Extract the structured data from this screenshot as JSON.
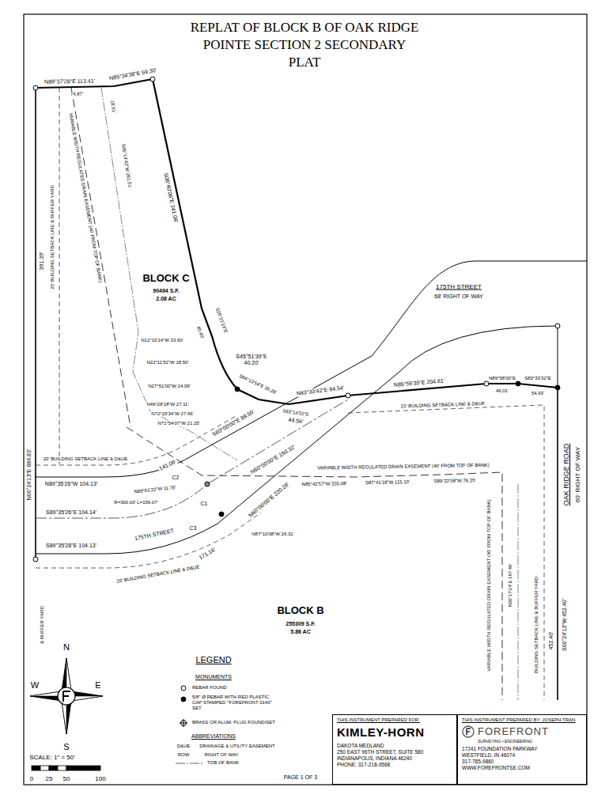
{
  "diagram": {
    "title": "REPLAT OF BLOCK B OF OAK RIDGE POINTE SECTION 2 SECONDARY PLAT",
    "nodes": [
      {
        "text": [
          "THIS INSTRUMENT PREPARED FOR:",
          "KIMLEY-HORN",
          "DAKOTA MEDLAND",
          "250 EAST 96TH STREET, SUITE 580",
          "INDIANAPOLIS, INDIANA 46240",
          "PHONE: 317-218-9568"
        ]
      },
      {
        "text": [
          "THIS INSTRUMENT PREPARED BY: JOSEPH TRAN",
          "FOREFRONT",
          "SURVEYING • ENGINEERING",
          "17241 FOUNDATION PARKWAY",
          "WESTFIELD, IN 46074",
          "317-785-9860",
          "WWW.FOREFRONTSE.COM"
        ]
      }
    ],
    "labels": [
      "N89°37'28\"E 113.41'",
      "74.87'",
      "N85°34'38\"E 59.30'",
      "18.91'",
      "S06°14'42\"W 261.51'",
      "VARIABLE WIDTH REGULATED DRAIN EASEMENT (40' FROM TOP OF BANK)",
      "391.39'",
      "N00°24'13\"E 684.83'",
      "20' BUILDING SETBACK LINE & BUFFER YARD",
      "S08°40'06\"E 241.06'",
      "S26°21'13\"E",
      "40.40'",
      "BLOCK C",
      "90494 S.F.",
      "2.08 AC",
      "S45°51'39\"E 40.20'",
      "N12°10'14\"W 33.60'",
      "N22°11'52\"W 18.50'",
      "N27°51'00\"W 24.09'",
      "N46°28'18\"W 27.11'",
      "N72°20'34\"W 27.66'",
      "N71°54'07\"W 21.25'",
      "S64°13'54\"E 35.28'",
      "S83°14'52\"E",
      "44.56'",
      "N83°33'42\"E 94.54'",
      "N85°55'35\"E 204.61'",
      "N89°58'00\"E",
      "46.01'",
      "S83°33'32\"E",
      "54.93'",
      "175TH STREET",
      "68' RIGHT OF WAY",
      "20' BUILDING SETBACK LINE & D&UE",
      "20' BUILDING SETBACK LINE & D&UE",
      "141.06'",
      "N89°35'26\"W 104.13'",
      "C2",
      "N89°01'22\"W 11.78'",
      "S60°00'00\"E 99.55'",
      "N60°00'00\"E 150.32'",
      "N60°00'00\"E 220.28'",
      "R=300.00' L=159.07'",
      "C1",
      "175TH STREET",
      "S89°35'26\"E 104.14'",
      "C3",
      "171.16'",
      "20' BUILDING SETBACK LINE & D&UE",
      "S89°35'28\"E 104.13'",
      "N87°10'08\"W 26.31'",
      "VARIABLE WIDTH REGULATED DRAIN EASEMENT (40' FROM TOP OF BANK)",
      "N85°42'57\"W 205.08'",
      "S87°41'18\"W 115.10'",
      "S89°22'08\"W 76.35'",
      "VARIABLE WIDTH REGULATED DRAIN EASEMENT (40' FROM TOP OF BANK)",
      "N00°17'24\"E 187.40'",
      "BUILDING SETBACK LINE & BUFFER YARD",
      "452.40'",
      "S00°24'13\"W 452.40'",
      "OAK RIDGE ROAD",
      "60' RIGHT OF WAY",
      "BLOCK B",
      "255309 S.F.",
      "5.86 AC",
      "& BUFFER YARD",
      "LEGEND",
      "MONUMENTS",
      "ABBREVIATIONS",
      "D&UE",
      "DRAINAGE & UTILITY EASEMENT",
      "ROW",
      "RIGHT OF WAY",
      "N",
      "E",
      "W",
      "S",
      "SCALE: 1\" = 50'",
      "0",
      "25",
      "50",
      "100",
      "PAGE 1 OF 3"
    ],
    "legend": [
      {
        "text": "REBAR FOUND"
      },
      {
        "text": "5/8\" Ø REBAR WITH RED PLASTIC CAP STAMPED \"FOREFRONT 0140\" SET"
      },
      {
        "text": "BRASS OR ALUM. PLUG FOUND/SET"
      },
      {
        "text": "TOB OF BANK"
      }
    ]
  }
}
